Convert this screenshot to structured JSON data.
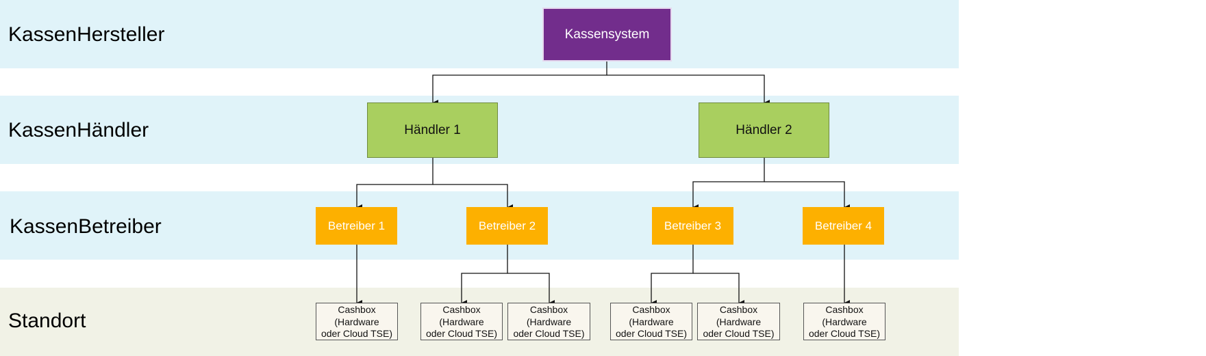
{
  "levels": {
    "manufacturer": "KassenHersteller",
    "dealer": "KassenHändler",
    "operator": "KassenBetreiber",
    "location": "Standort"
  },
  "nodes": {
    "system": "Kassensystem",
    "dealer1": "Händler 1",
    "dealer2": "Händler 2",
    "operator1": "Betreiber 1",
    "operator2": "Betreiber 2",
    "operator3": "Betreiber 3",
    "operator4": "Betreiber 4",
    "cashbox": {
      "line1": "Cashbox",
      "line2": "(Hardware",
      "line3": "oder Cloud TSE)"
    }
  },
  "colors": {
    "band_blue": "#e0f3f9",
    "band_green": "#f1f2e6",
    "system": "#722d8c",
    "dealer": "#a9cf5f",
    "operator": "#fdb000",
    "cashbox": "#f9f6ee"
  }
}
